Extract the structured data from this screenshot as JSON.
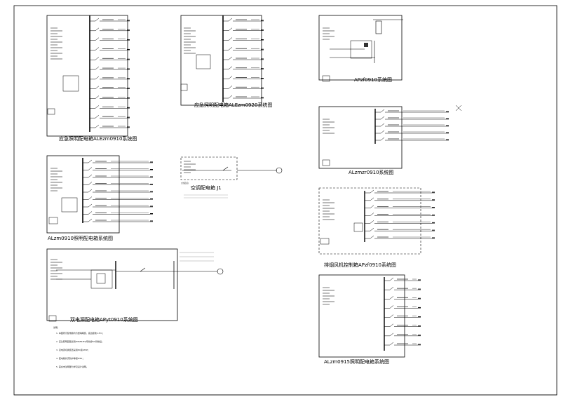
{
  "drawing": {
    "panels": [
      {
        "id": "ale-zm0910",
        "title": "应急照明配电箱ALEzm0910系统图"
      },
      {
        "id": "ale-zm0920",
        "title": "应急照明配电箱ALEzm0920系统图"
      },
      {
        "id": "ap-zf0910",
        "title": "APzf0910系统图"
      },
      {
        "id": "alzm-zr0910",
        "title": "ALzmzr0910系统图"
      },
      {
        "id": "al-zm0910",
        "title": "ALzm0910照明配电箱系统图"
      },
      {
        "id": "kt-j1",
        "title": "空调配电箱 J1"
      },
      {
        "id": "ap-yt0910",
        "title": "双电源配电箱APyt0910系统图"
      },
      {
        "id": "ap-zf-ale0910",
        "title": "排烟风机控制箱APzf0910系统图"
      },
      {
        "id": "alzm-0915",
        "title": "ALzm0915照明配电箱系统图"
      }
    ],
    "legend_left_label": "(分接点)",
    "notes_heading": "说明：",
    "notes": [
      "1. 本图所示配电箱均为嵌墙暗装，底边距地1.5m；",
      "2. 应急照明回路采用WDZN-BYJ导线穿SC管敷设；",
      "3. 双电源切换装置采用PC级ATSE；",
      "4. 配电箱外壳防护等级IP30；",
      "5. 其余未注明部分详见设计说明。"
    ]
  }
}
